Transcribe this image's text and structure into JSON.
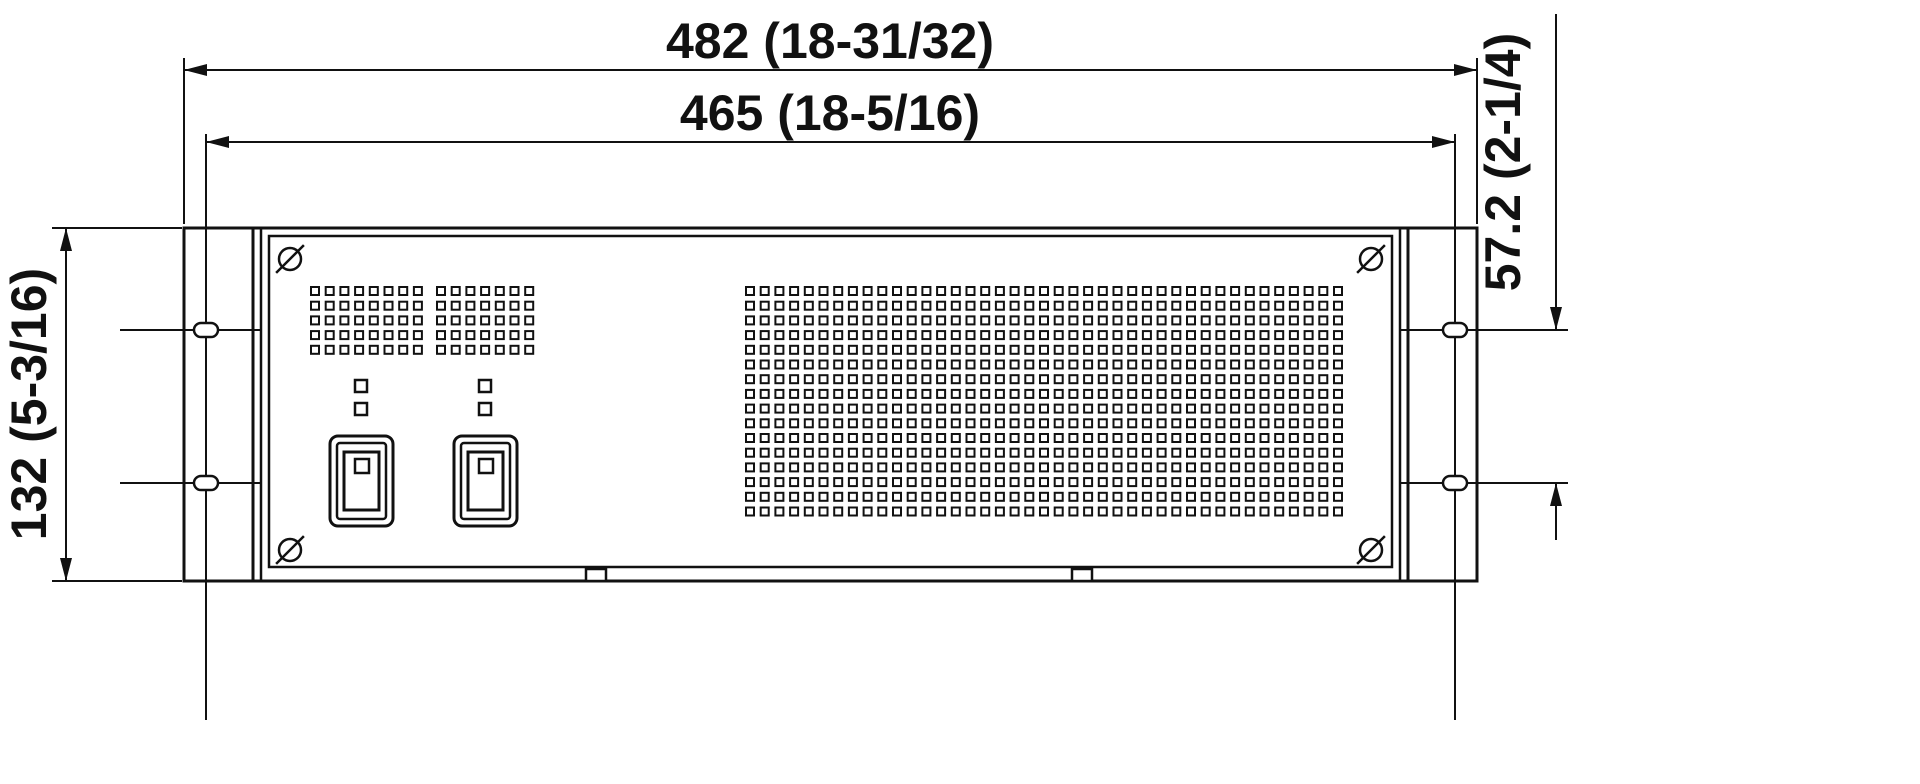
{
  "drawing": {
    "dimensions": {
      "overall_width": "482 (18-31/32)",
      "mounting_width": "465 (18-5/16)",
      "height": "132 (5-3/16)",
      "hole_spacing": "57.2 (2-1/4)"
    },
    "colors": {
      "line": "#111111",
      "background": "#ffffff"
    }
  }
}
